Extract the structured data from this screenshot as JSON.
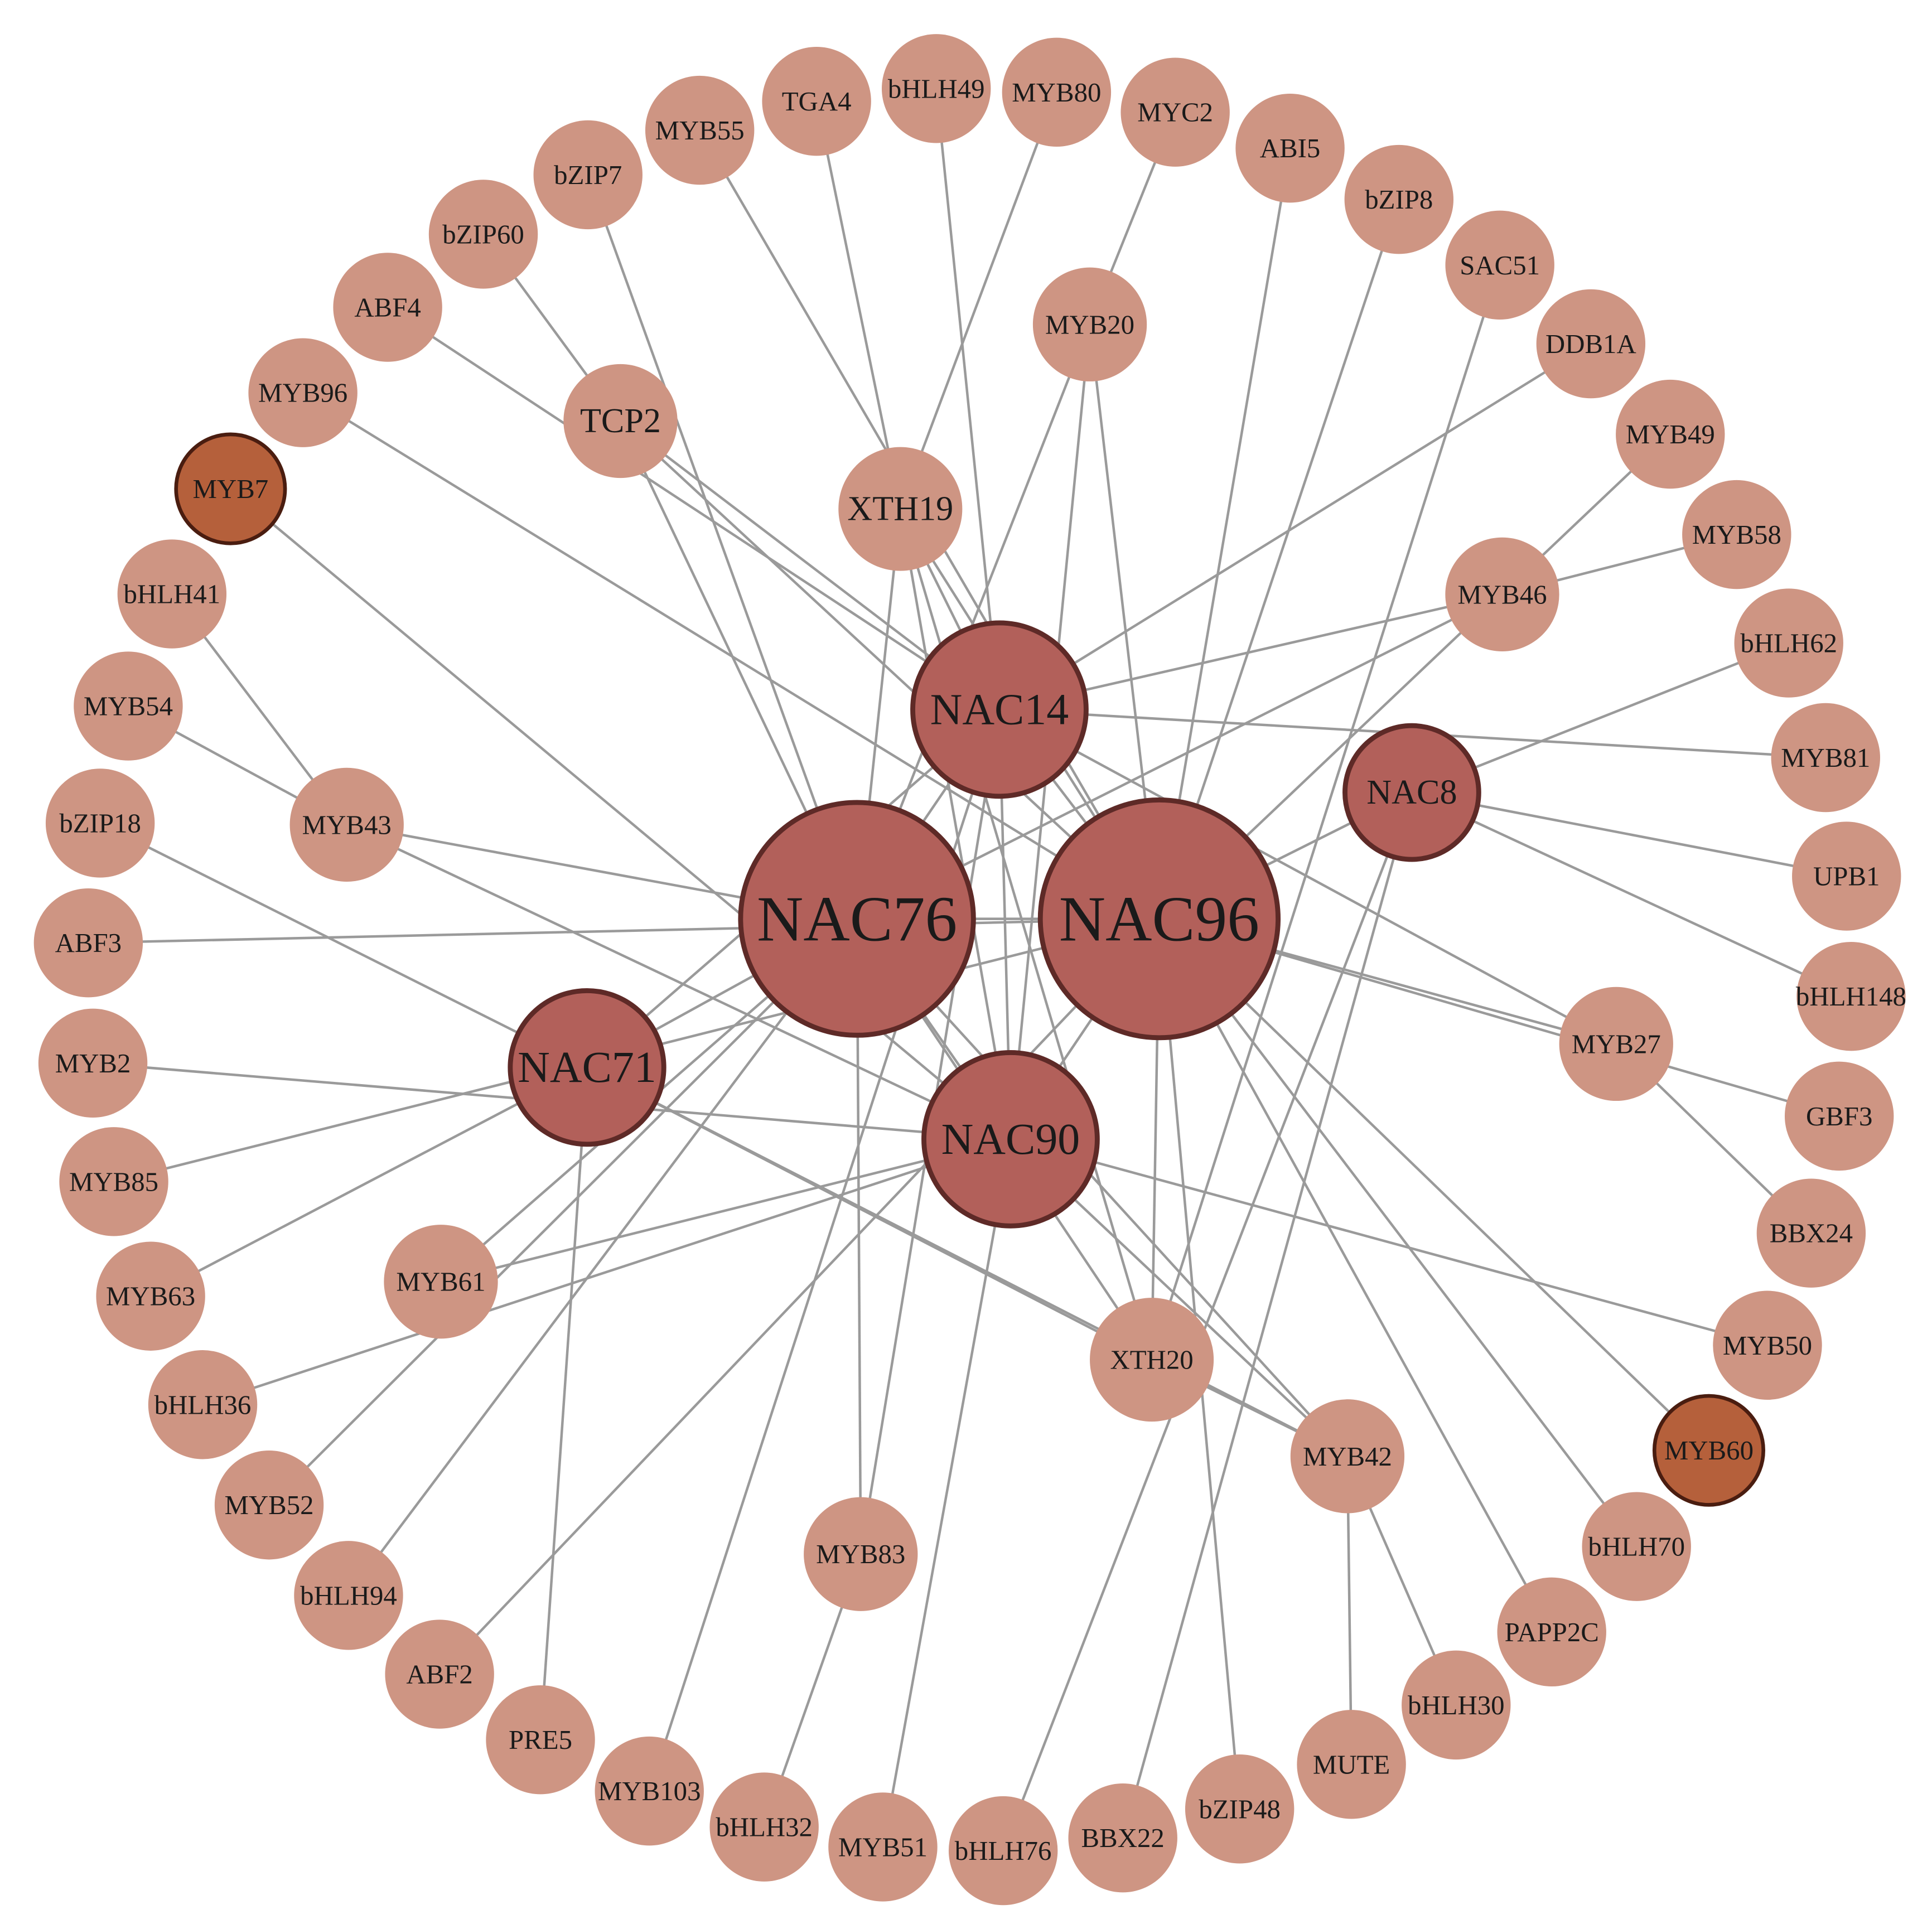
{
  "colors": {
    "edge": "#9a9a9a",
    "outer_fill": "#CE9583",
    "hub_fill": "#B2605A",
    "hub_stroke": "#5E2A27",
    "highlight_fill": "#B5603B",
    "highlight_stroke": "#4A1D10"
  },
  "hub_nodes": [
    "NAC76",
    "NAC96",
    "NAC14",
    "NAC90",
    "NAC71",
    "NAC8"
  ],
  "highlight_nodes": [
    "MYB7",
    "MYB60"
  ],
  "inner_nodes": [
    "TCP2",
    "XTH19",
    "MYB20",
    "MYB46",
    "MYB43",
    "MYB27",
    "MYB61",
    "XTH20",
    "MYB42",
    "MYB83"
  ],
  "outer_ring": [
    "TGA4",
    "bHLH49",
    "MYB80",
    "MYC2",
    "ABI5",
    "bZIP8",
    "SAC51",
    "DDB1A",
    "MYB49",
    "MYB58",
    "bHLH62",
    "MYB81",
    "UPB1",
    "bHLH148",
    "GBF3",
    "BBX24",
    "MYB50",
    "MYB60",
    "bHLH70",
    "PAPP2C",
    "bHLH30",
    "MUTE",
    "bZIP48",
    "BBX22",
    "bHLH76",
    "MYB51",
    "bHLH32",
    "MYB103",
    "PRE5",
    "ABF2",
    "bHLH94",
    "MYB52",
    "bHLH36",
    "MYB63",
    "MYB85",
    "MYB2",
    "ABF3",
    "bZIP18",
    "MYB54",
    "bHLH41",
    "MYB7",
    "MYB96",
    "ABF4",
    "bZIP60",
    "bZIP7",
    "MYB55"
  ],
  "edges": [
    [
      "MYB55",
      "NAC96"
    ],
    [
      "TGA4",
      "XTH19"
    ],
    [
      "bHLH49",
      "NAC14"
    ],
    [
      "MYB80",
      "XTH19"
    ],
    [
      "MYC2",
      "MYB20"
    ],
    [
      "ABI5",
      "NAC96"
    ],
    [
      "bZIP8",
      "NAC96"
    ],
    [
      "SAC51",
      "XTH20"
    ],
    [
      "DDB1A",
      "NAC14"
    ],
    [
      "MYB49",
      "NAC96"
    ],
    [
      "MYB58",
      "MYB46"
    ],
    [
      "bHLH62",
      "NAC8"
    ],
    [
      "MYB81",
      "NAC14"
    ],
    [
      "UPB1",
      "NAC8"
    ],
    [
      "bHLH148",
      "NAC8"
    ],
    [
      "GBF3",
      "NAC96"
    ],
    [
      "BBX24",
      "MYB27"
    ],
    [
      "MYB50",
      "NAC90"
    ],
    [
      "MYB60",
      "NAC96"
    ],
    [
      "bHLH70",
      "NAC96"
    ],
    [
      "PAPP2C",
      "NAC96"
    ],
    [
      "bHLH30",
      "MYB42"
    ],
    [
      "MUTE",
      "MYB42"
    ],
    [
      "bZIP48",
      "NAC96"
    ],
    [
      "BBX22",
      "NAC8"
    ],
    [
      "bHLH76",
      "NAC8"
    ],
    [
      "MYB51",
      "NAC90"
    ],
    [
      "bHLH32",
      "MYB83"
    ],
    [
      "MYB103",
      "NAC14"
    ],
    [
      "PRE5",
      "NAC71"
    ],
    [
      "ABF2",
      "NAC96"
    ],
    [
      "bHLH94",
      "NAC76"
    ],
    [
      "MYB52",
      "NAC76"
    ],
    [
      "bHLH36",
      "NAC90"
    ],
    [
      "MYB63",
      "NAC71"
    ],
    [
      "MYB85",
      "NAC96"
    ],
    [
      "MYB2",
      "NAC90"
    ],
    [
      "ABF3",
      "NAC96"
    ],
    [
      "bZIP18",
      "NAC71"
    ],
    [
      "MYB54",
      "MYB43"
    ],
    [
      "bHLH41",
      "MYB43"
    ],
    [
      "MYB7",
      "NAC90"
    ],
    [
      "MYB96",
      "NAC96"
    ],
    [
      "ABF4",
      "NAC14"
    ],
    [
      "bZIP60",
      "TCP2"
    ],
    [
      "bZIP7",
      "NAC76"
    ],
    [
      "TCP2",
      "NAC76"
    ],
    [
      "TCP2",
      "NAC96"
    ],
    [
      "TCP2",
      "NAC14"
    ],
    [
      "XTH19",
      "NAC76"
    ],
    [
      "XTH19",
      "NAC96"
    ],
    [
      "XTH19",
      "NAC90"
    ],
    [
      "XTH19",
      "NAC14"
    ],
    [
      "XTH19",
      "XTH20"
    ],
    [
      "MYB20",
      "NAC76"
    ],
    [
      "MYB20",
      "NAC96"
    ],
    [
      "MYB20",
      "NAC90"
    ],
    [
      "MYB46",
      "NAC76"
    ],
    [
      "MYB46",
      "NAC14"
    ],
    [
      "MYB43",
      "NAC76"
    ],
    [
      "MYB43",
      "NAC90"
    ],
    [
      "MYB27",
      "NAC96"
    ],
    [
      "MYB27",
      "NAC14"
    ],
    [
      "MYB61",
      "NAC76"
    ],
    [
      "MYB61",
      "NAC90"
    ],
    [
      "XTH20",
      "NAC71"
    ],
    [
      "XTH20",
      "NAC96"
    ],
    [
      "XTH20",
      "MYB42"
    ],
    [
      "XTH20",
      "NAC76"
    ],
    [
      "MYB42",
      "NAC71"
    ],
    [
      "MYB42",
      "NAC90"
    ],
    [
      "MYB42",
      "NAC76"
    ],
    [
      "MYB83",
      "NAC76"
    ],
    [
      "MYB83",
      "NAC14"
    ],
    [
      "NAC76",
      "NAC96"
    ],
    [
      "NAC76",
      "NAC14"
    ],
    [
      "NAC76",
      "NAC90"
    ],
    [
      "NAC76",
      "NAC71"
    ],
    [
      "NAC96",
      "NAC14"
    ],
    [
      "NAC96",
      "NAC90"
    ],
    [
      "NAC96",
      "NAC8"
    ],
    [
      "NAC14",
      "NAC90"
    ],
    [
      "NAC71",
      "NAC14"
    ]
  ]
}
